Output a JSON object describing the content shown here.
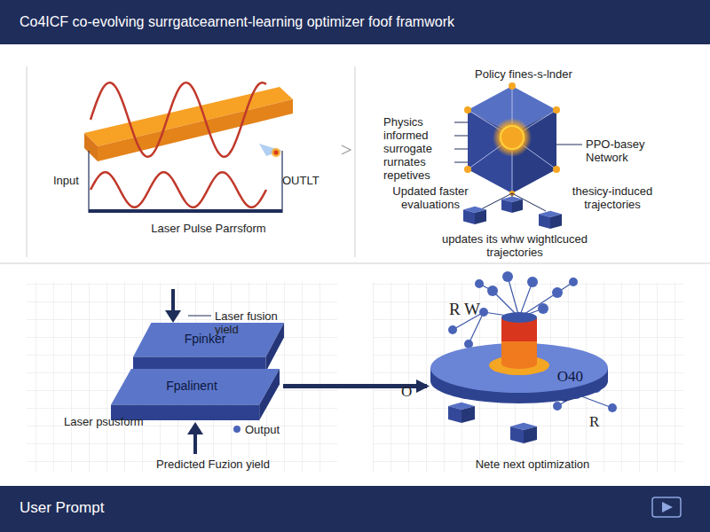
{
  "diagram": {
    "title": "Co4ICF co-evolving surrgatcearnent-learning optimizer foof framwork",
    "nodes": [
      {
        "text": [
          "Fpinker"
        ]
      },
      {
        "text": [
          "Fpalinent"
        ]
      },
      {
        "text": [
          "O40"
        ]
      }
    ],
    "edges": [
      {
        "from": 1,
        "to": 2,
        "arrow": "to"
      }
    ],
    "labels": [
      "Input",
      "OUTLT",
      "Laser Pulse Parrsform",
      "Policy fines-s-lnder",
      "Physics informed surrogate rurnates repetives",
      "PPO-basey Network",
      "Updated faster evaluations",
      "thesicy-induced trajectories",
      "updates its whw wightlcuced trajectories",
      "Laser fusion yield",
      "Laser psusform",
      "Output",
      "Predicted Fuzion yield",
      "R W",
      "O",
      "R",
      "Nete next optimization",
      "User Prompt"
    ]
  }
}
